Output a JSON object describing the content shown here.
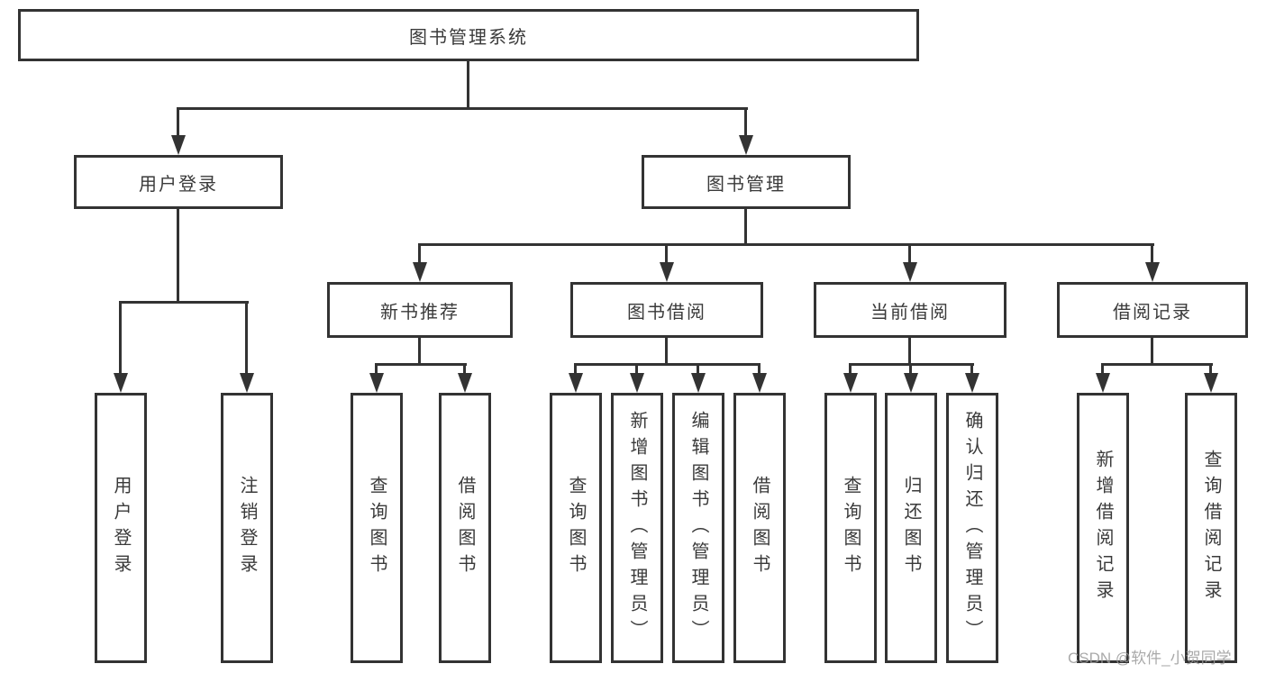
{
  "diagram_type": "hierarchy",
  "tree": {
    "root": {
      "label": "图书管理系统",
      "children": [
        {
          "label": "用户登录",
          "children": [
            {
              "label": "用户登录"
            },
            {
              "label": "注销登录"
            }
          ]
        },
        {
          "label": "图书管理",
          "children": [
            {
              "label": "新书推荐",
              "children": [
                {
                  "label": "查询图书"
                },
                {
                  "label": "借阅图书"
                }
              ]
            },
            {
              "label": "图书借阅",
              "children": [
                {
                  "label": "查询图书"
                },
                {
                  "label": "新增图书（管理员）"
                },
                {
                  "label": "编辑图书（管理员）"
                },
                {
                  "label": "借阅图书"
                }
              ]
            },
            {
              "label": "当前借阅",
              "children": [
                {
                  "label": "查询图书"
                },
                {
                  "label": "归还图书"
                },
                {
                  "label": "确认归还（管理员）"
                }
              ]
            },
            {
              "label": "借阅记录",
              "children": [
                {
                  "label": "新增借阅记录"
                },
                {
                  "label": "查询借阅记录"
                }
              ]
            }
          ]
        }
      ]
    }
  },
  "watermark": {
    "text": "CSDN @软件_小贺同学"
  },
  "colors": {
    "border": "#333333",
    "text": "#3a3a3a",
    "watermark": "#9b9b9b",
    "background": "#ffffff"
  }
}
